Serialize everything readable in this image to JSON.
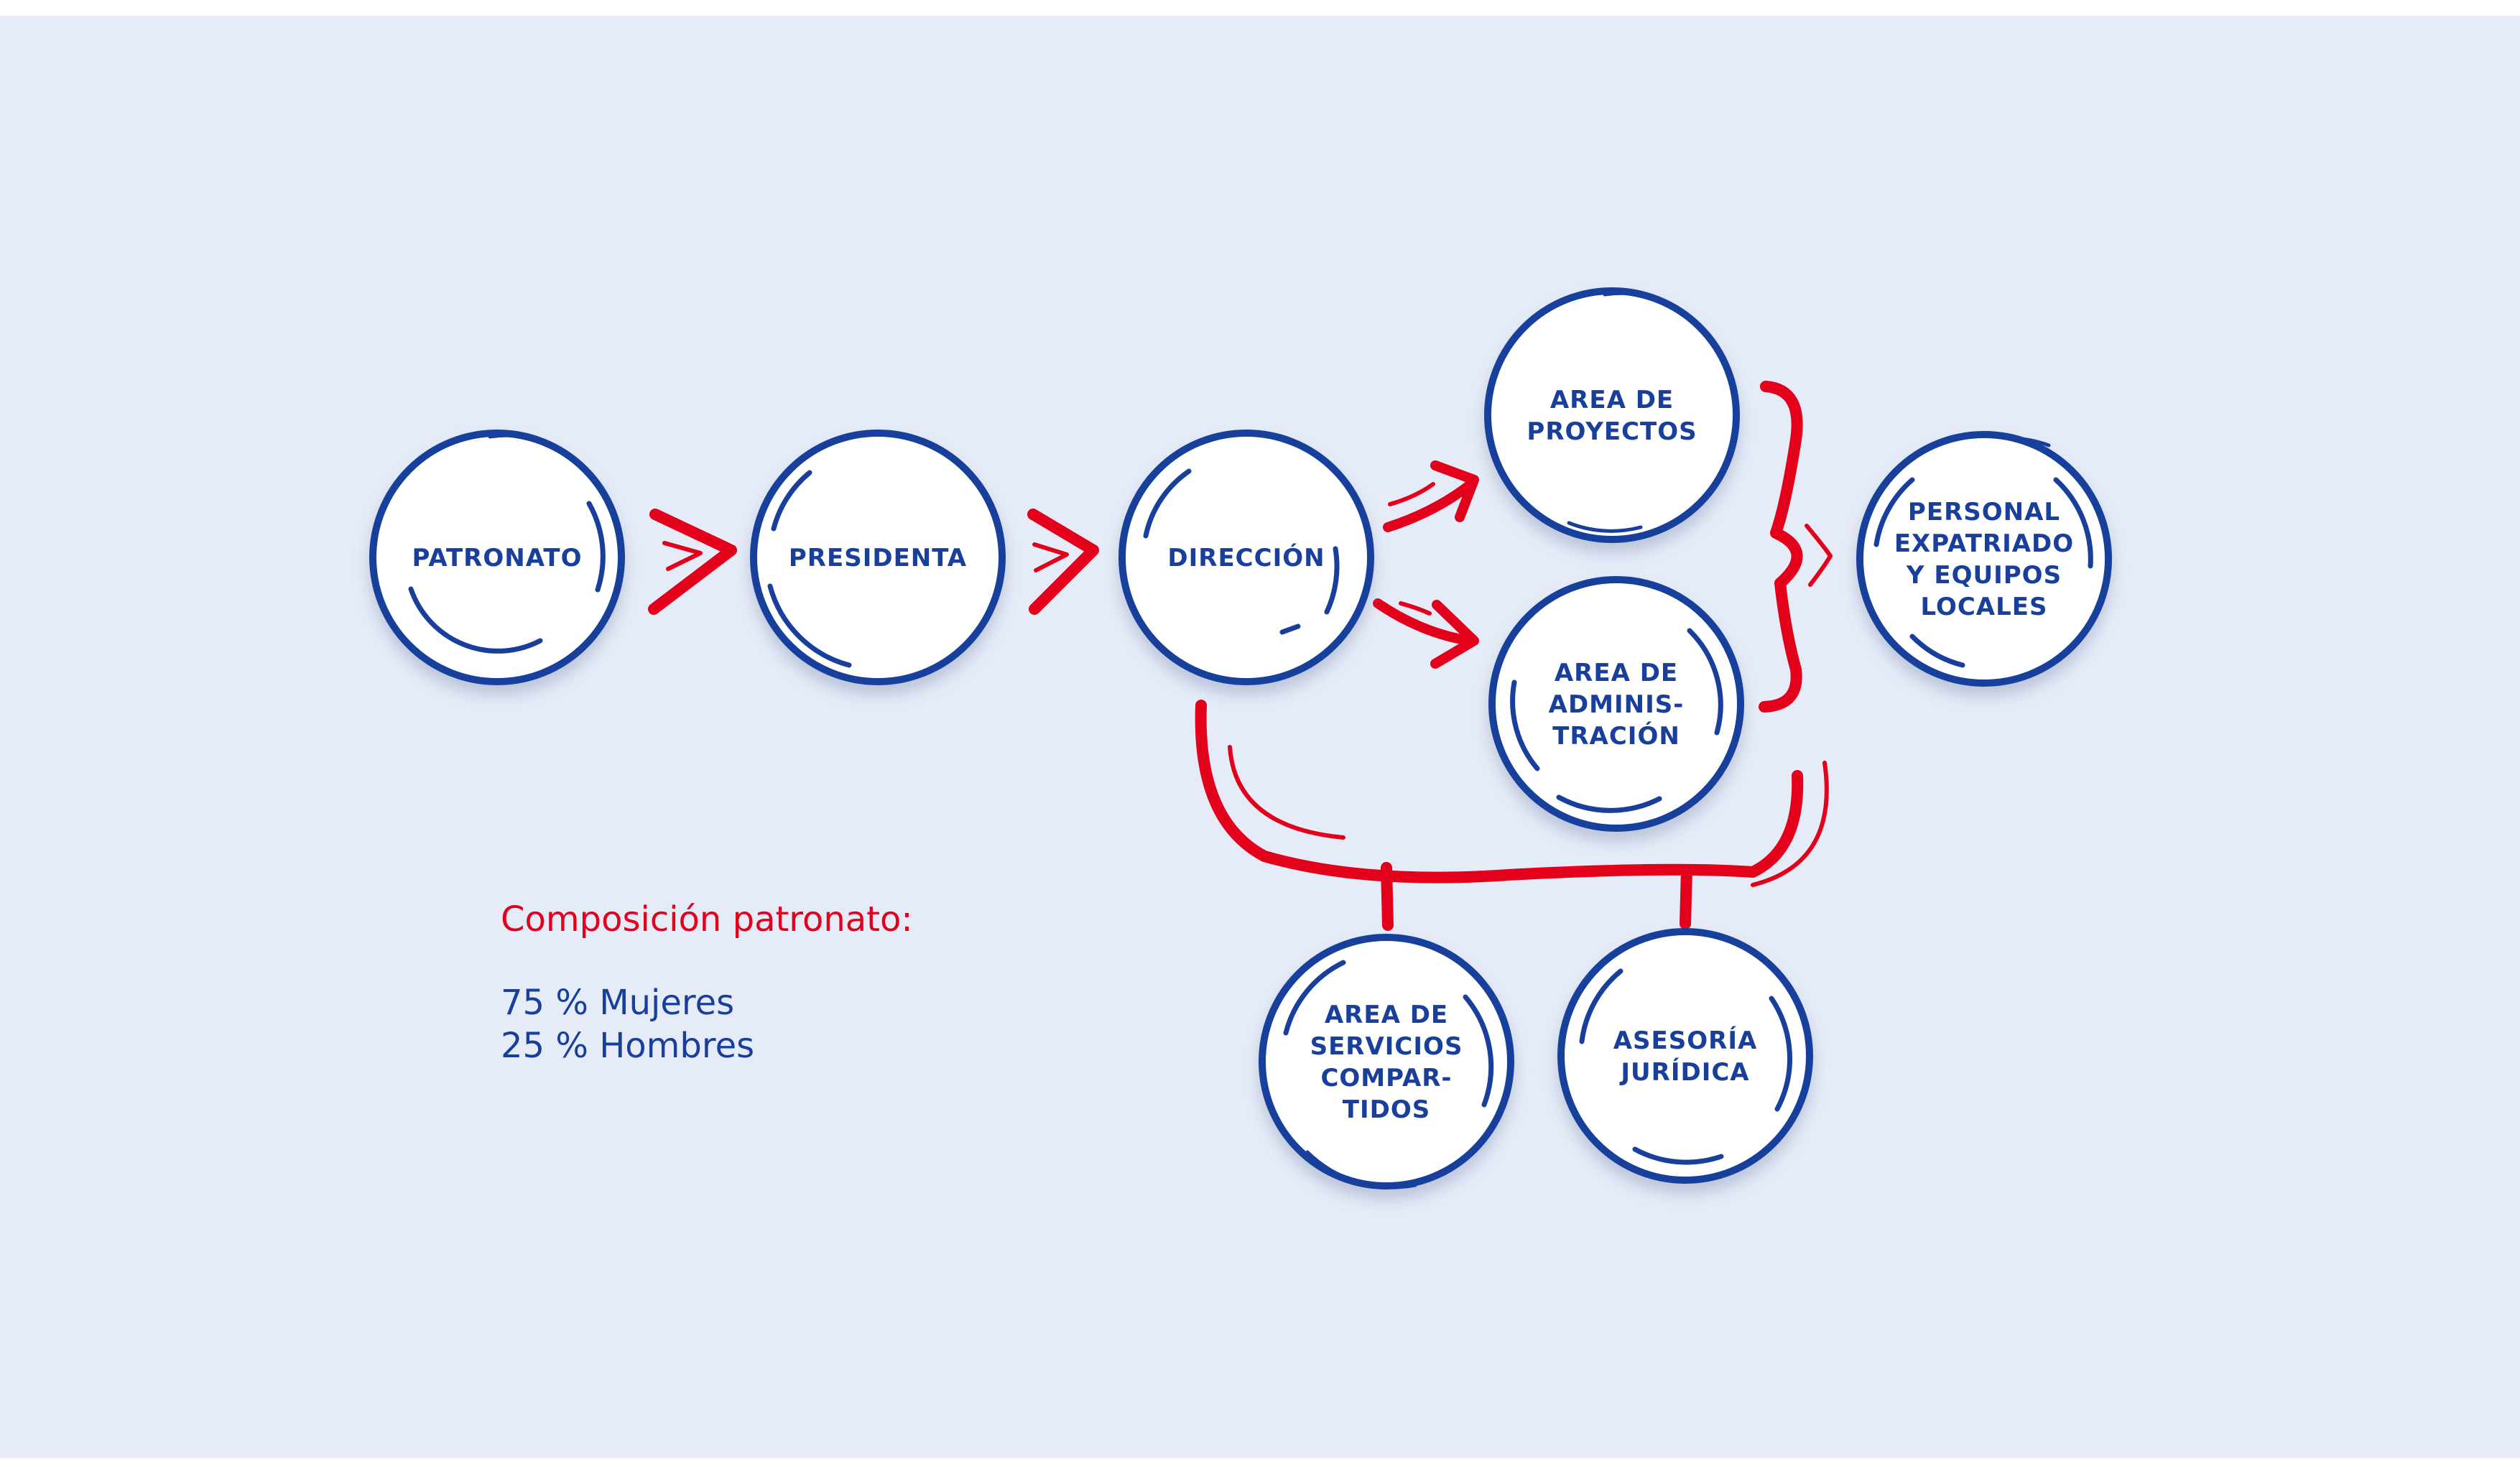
{
  "nodes": {
    "patronato": [
      "PATRONATO"
    ],
    "presidenta": [
      "PRESIDENTA"
    ],
    "direccion": [
      "DIRECCIÓN"
    ],
    "proyectos": [
      "AREA DE",
      "PROYECTOS"
    ],
    "administracion": [
      "AREA DE",
      "ADMINIS-",
      "TRACIÓN"
    ],
    "personal": [
      "PERSONAL",
      "EXPATRIADO",
      "Y EQUIPOS",
      "LOCALES"
    ],
    "servicios": [
      "AREA DE",
      "SERVICIOS",
      "COMPAR-",
      "TIDOS"
    ],
    "asesoria": [
      "ASESORÍA",
      "JURÍDICA"
    ]
  },
  "composition": {
    "title": "Composición patronato:",
    "lines": [
      "75 % Mujeres",
      "25 % Hombres"
    ]
  },
  "colors": {
    "background": "#e5ebf7",
    "node_stroke": "#183f9b",
    "node_fill": "#ffffff",
    "arrow": "#e3001b",
    "text_blue": "#183f9b",
    "text_red": "#e3001b"
  }
}
